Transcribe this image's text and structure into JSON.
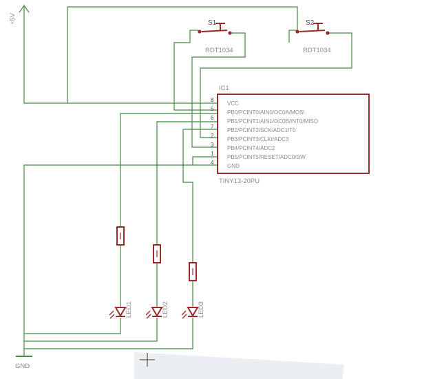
{
  "power": {
    "vcc_label": "+5V",
    "gnd_label": "GND"
  },
  "switches": [
    {
      "ref": "S1",
      "value": "RDT1034"
    },
    {
      "ref": "S2",
      "value": "RDT1034"
    }
  ],
  "ic": {
    "ref": "IC1",
    "part": "TINY13-20PU",
    "pins": [
      {
        "num": "8",
        "name": "VCC"
      },
      {
        "num": "5",
        "name": "PB0/PCINT0/AIN0/OC0A/MOSI"
      },
      {
        "num": "6",
        "name": "PB1/PCINT1/AIN1/OC0B/INT0/MISO"
      },
      {
        "num": "7",
        "name": "PB2/PCINT2/SCK/ADC1/T0"
      },
      {
        "num": "2",
        "name": "PB3/PCINT3/CLKI/ADC3"
      },
      {
        "num": "3",
        "name": "PB4/PCINT4/ADC2"
      },
      {
        "num": "1",
        "name": "PB5/PCINT5/RESET/ADC0/DW"
      },
      {
        "num": "4",
        "name": "GND"
      }
    ]
  },
  "leds": [
    "LED1",
    "LED2",
    "LED3"
  ],
  "colors": {
    "wire": "#3f8a3f",
    "part": "#9a2a2a",
    "text": "#8a8a8a"
  }
}
